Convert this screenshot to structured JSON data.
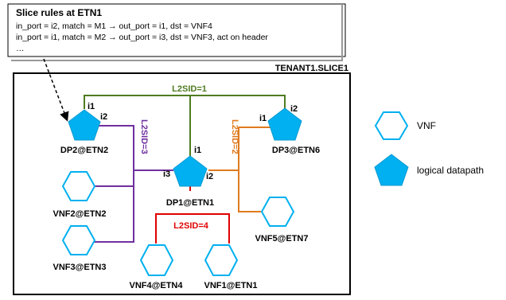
{
  "callout": {
    "title": "Slice rules at ETN1",
    "lines": [
      "in_port = i2, match = M1 → out_port = i1, dst = VNF4",
      "in_port = i1, match = M2 → out_port = i3, dst = VNF3, act on header",
      "…"
    ]
  },
  "tenant_label": "TENANT1.SLICE1",
  "links": {
    "l2sid1": "L2SID=1",
    "l2sid2": "L2SID=2",
    "l2sid3": "L2SID=3",
    "l2sid4": "L2SID=4"
  },
  "colors": {
    "l2sid1": "#4e7b1f",
    "l2sid2": "#e07a1e",
    "l2sid3": "#7030a0",
    "l2sid4": "#e00000",
    "shape_fill": "#00b0f0",
    "shape_stroke": "#0a9ad2"
  },
  "nodes": {
    "dp2": "DP2@ETN2",
    "dp1": "DP1@ETN1",
    "dp3": "DP3@ETN6",
    "vnf2": "VNF2@ETN2",
    "vnf3": "VNF3@ETN3",
    "vnf4": "VNF4@ETN4",
    "vnf1": "VNF1@ETN1",
    "vnf5": "VNF5@ETN7"
  },
  "ports": {
    "dp2_i1": "i1",
    "dp2_i2": "i2",
    "dp1_i1": "i1",
    "dp1_i2": "i2",
    "dp1_i3": "i3",
    "dp3_i1": "i1",
    "dp3_i2": "i2"
  },
  "legend": {
    "vnf": "VNF",
    "datapath": "logical datapath"
  }
}
